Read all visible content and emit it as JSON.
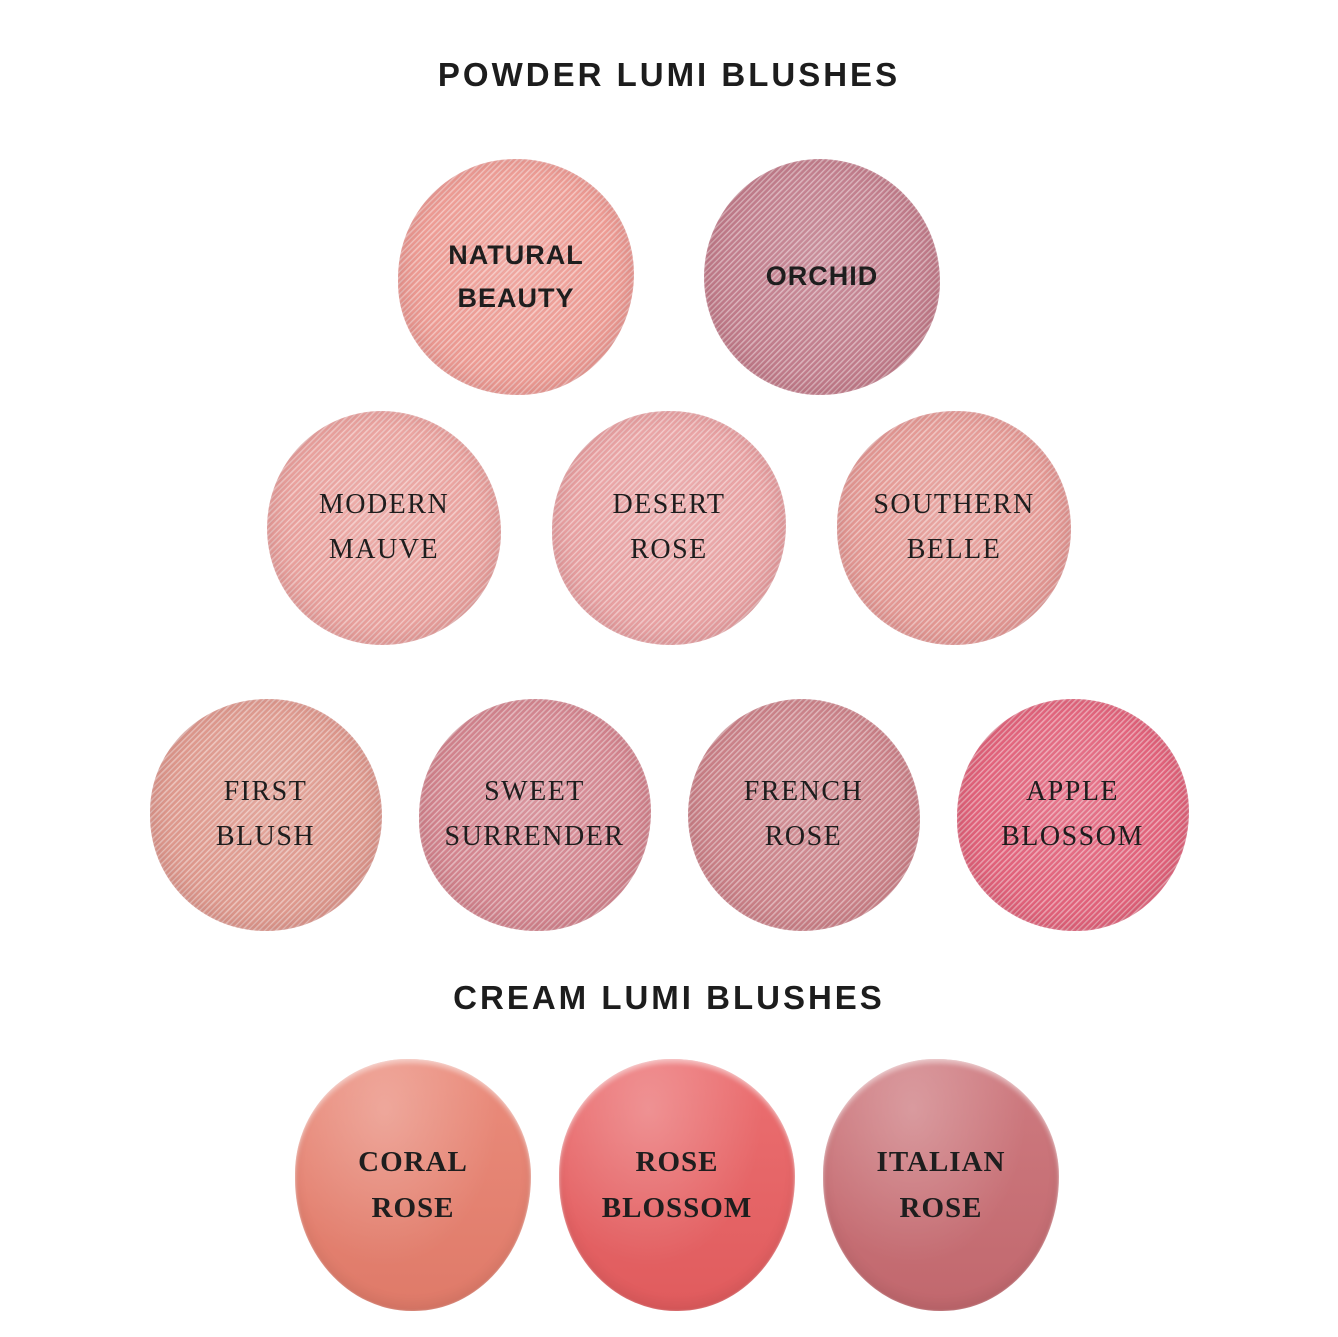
{
  "page_background": "#ffffff",
  "text_color": "#1e1e1e",
  "powder": {
    "title": "POWDER LUMI BLUSHES",
    "rows": [
      {
        "items": [
          {
            "name": "Natural Beauty",
            "lines": [
              "NATURAL",
              "BEAUTY"
            ],
            "color": "#ee9c94"
          },
          {
            "name": "Orchid",
            "lines": [
              "ORCHID"
            ],
            "color": "#c17d8c"
          }
        ]
      },
      {
        "items": [
          {
            "name": "Modern Mauve",
            "lines": [
              "MODERN",
              "MAUVE"
            ],
            "color": "#eaa29e"
          },
          {
            "name": "Desert Rose",
            "lines": [
              "DESERT",
              "ROSE"
            ],
            "color": "#e9a2a3"
          },
          {
            "name": "Southern Belle",
            "lines": [
              "SOUTHERN",
              "BELLE"
            ],
            "color": "#e59a95"
          }
        ]
      },
      {
        "items": [
          {
            "name": "First Blush",
            "lines": [
              "FIRST",
              "BLUSH"
            ],
            "color": "#df9a8e"
          },
          {
            "name": "Sweet Surrender",
            "lines": [
              "SWEET",
              "SURRENDER"
            ],
            "color": "#d3858f"
          },
          {
            "name": "French Rose",
            "lines": [
              "FRENCH",
              "ROSE"
            ],
            "color": "#cb8289"
          },
          {
            "name": "Apple Blossom",
            "lines": [
              "APPLE",
              "BLOSSOM"
            ],
            "color": "#e2627b"
          }
        ]
      }
    ]
  },
  "cream": {
    "title": "CREAM LUMI BLUSHES",
    "items": [
      {
        "name": "Coral Rose",
        "lines": [
          "CORAL",
          "ROSE"
        ],
        "color": "#e87f6d"
      },
      {
        "name": "Rose Blossom",
        "lines": [
          "ROSE",
          "BLOSSOM"
        ],
        "color": "#e95f61"
      },
      {
        "name": "Italian Rose",
        "lines": [
          "ITALIAN",
          "ROSE"
        ],
        "color": "#c96c72"
      }
    ]
  }
}
